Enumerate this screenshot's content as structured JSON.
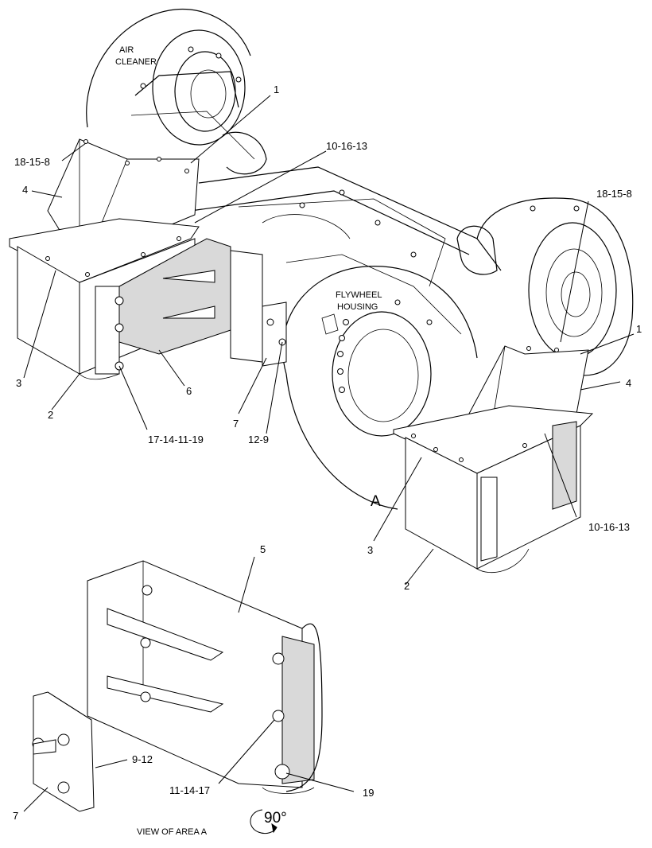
{
  "area_labels": {
    "air_cleaner": [
      "AIR",
      "CLEANER"
    ],
    "flywheel_housing": [
      "FLYWHEEL",
      "HOUSING"
    ]
  },
  "callouts": {
    "c1_top": "1",
    "c10_16_13_top": "10-16-13",
    "c18_15_8_left": "18-15-8",
    "c4_left": "4",
    "c3_left": "3",
    "c2_left": "2",
    "c6": "6",
    "c17_14_11_19": "17-14-11-19",
    "c7_top": "7",
    "c12_9": "12-9",
    "c18_15_8_right": "18-15-8",
    "c1_right": "1",
    "c4_right": "4",
    "c10_16_13_right": "10-16-13",
    "c3_right": "3",
    "c2_right": "2",
    "c5": "5",
    "c9_12": "9-12",
    "c11_14_17": "11-14-17",
    "c19": "19",
    "c7_bottom": "7"
  },
  "view_marker": "A",
  "view_caption": "VIEW OF AREA A",
  "rotation": "90°"
}
